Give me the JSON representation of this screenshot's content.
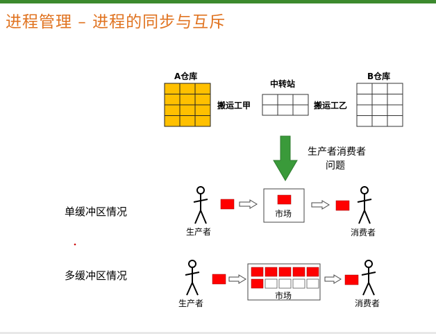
{
  "title": "进程管理 – 进程的同步与互斥",
  "top": {
    "warehouse_a": "A仓库",
    "transfer_station": "中转站",
    "warehouse_b": "B仓库",
    "worker_a": "搬运工甲",
    "worker_b": "搬运工乙"
  },
  "problem_label": [
    "生产者消费者",
    "问题"
  ],
  "single": {
    "label": "单缓冲区情况",
    "producer": "生产者",
    "market": "市场",
    "consumer": "消费者"
  },
  "multi": {
    "label": "多缓冲区情况",
    "producer": "生产者",
    "market": "市场",
    "consumer": "消费者"
  },
  "colors": {
    "title": "#e07320",
    "warehouse_fill": "#ffc000",
    "item_red": "#ff0000",
    "arrow_green": "#3a9a3a",
    "top_bar": "#3c8a2e"
  }
}
